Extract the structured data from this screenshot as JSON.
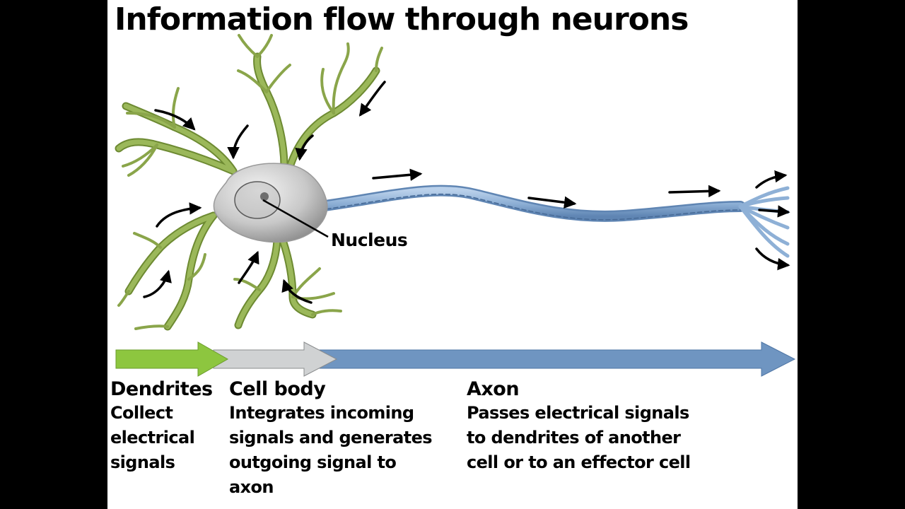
{
  "title": "Information flow through neurons",
  "nucleus_label": "Nucleus",
  "sections": [
    {
      "heading": "Dendrites",
      "description": "Collect\nelectrical\nsignals",
      "color": "#8dc63f"
    },
    {
      "heading": "Cell body",
      "description": "Integrates incoming\nsignals and generates\noutgoing signal to\naxon",
      "color": "#d0d2d3"
    },
    {
      "heading": "Axon",
      "description": "Passes electrical signals\nto dendrites of another\ncell or to an effector cell",
      "color": "#6f95c1"
    }
  ],
  "colors": {
    "dendrite": "#8aa54a",
    "dendrite_dark": "#6d8a32",
    "cell_body": "#c9c9c9",
    "axon": "#8eb0d6",
    "axon_edge": "#5f85b3",
    "background": "#ffffff",
    "frame": "#000000"
  }
}
